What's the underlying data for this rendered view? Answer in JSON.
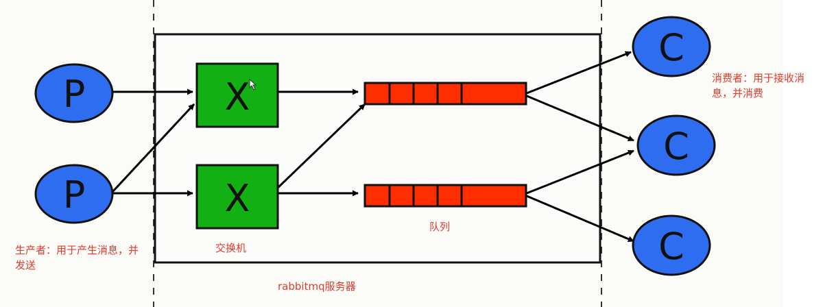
{
  "colors": {
    "producer": "#2f6df0",
    "consumer": "#2f6df0",
    "exchange": "#12b012",
    "queue": "#ff2e00",
    "note": "#e33a2c",
    "line": "#000000"
  },
  "producers": [
    {
      "label": "P"
    },
    {
      "label": "P"
    }
  ],
  "exchanges": [
    {
      "label": "X"
    },
    {
      "label": "X"
    }
  ],
  "consumers": [
    {
      "label": "C"
    },
    {
      "label": "C"
    },
    {
      "label": "C"
    }
  ],
  "notes": {
    "producer": "生产者：用于产生消息，并发送",
    "exchange": "交换机",
    "queue": "队列",
    "server": "rabbitmq服务器",
    "consumer": "消费者：用于接收消息，并消费"
  }
}
